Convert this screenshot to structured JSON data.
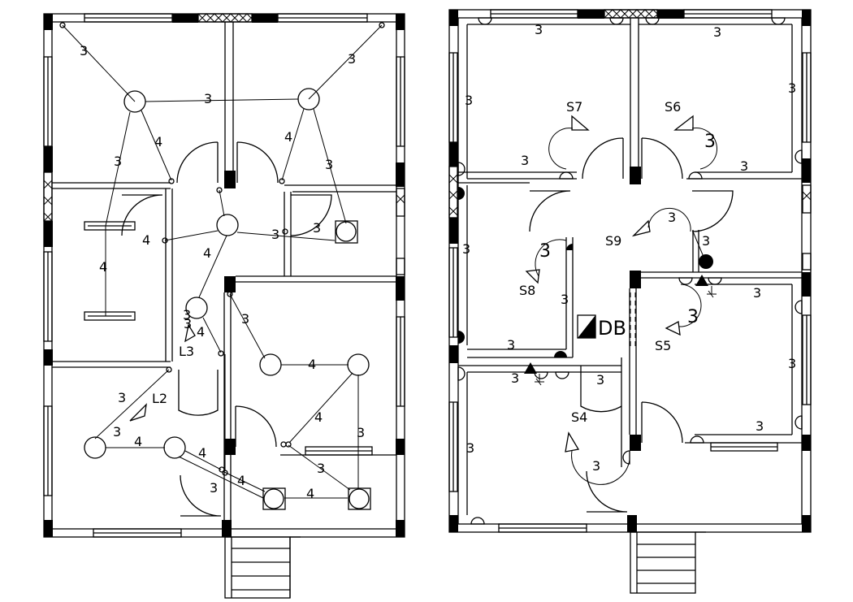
{
  "lighting_plan": {
    "wire_counts": {
      "top_left_diag": "3",
      "top_right_diag": "3",
      "top_link": "3",
      "left_drop_a": "3",
      "left_drop_b": "4",
      "right_drop_a": "4",
      "right_drop_b": "3",
      "mid_link_a": "3",
      "mid_link_b": "4",
      "tube_link": "4",
      "hall_a": "4",
      "hall_b": "3",
      "hall_c": "4",
      "hall_d": "3",
      "right_a": "3",
      "right_b": "4",
      "right_c": "4",
      "right_d": "3",
      "bottom_a": "3",
      "bottom_b": "3",
      "bottom_c": "4",
      "bottom_d": "4",
      "bottom_e": "4",
      "bottom_f": "3",
      "bottom_g": "4",
      "bottom_h": "3",
      "fan_a": "3"
    },
    "fan_labels": {
      "l2": "L2",
      "l3": "L3"
    }
  },
  "power_plan": {
    "wire_counts": {
      "top_left": "3",
      "top_right": "3",
      "room1_side": "3",
      "room1_base": "3",
      "room2_side": "3",
      "room2_base": "3",
      "room2_big": "3",
      "hall_a": "3",
      "hall_b": "3",
      "left_mid": "3",
      "left_big": "3",
      "left_low": "3",
      "left_base": "3",
      "right_mid": "3",
      "right_big": "3",
      "right_side": "3",
      "right_base": "3",
      "bottom_left_a": "3",
      "bottom_left_b": "3",
      "bottom_left_side": "3",
      "bottom_mid": "3"
    },
    "switch_labels": {
      "s4": "S4",
      "s5": "S5",
      "s6": "S6",
      "s7": "S7",
      "s8": "S8",
      "s9": "S9"
    },
    "db_label": "DB"
  }
}
